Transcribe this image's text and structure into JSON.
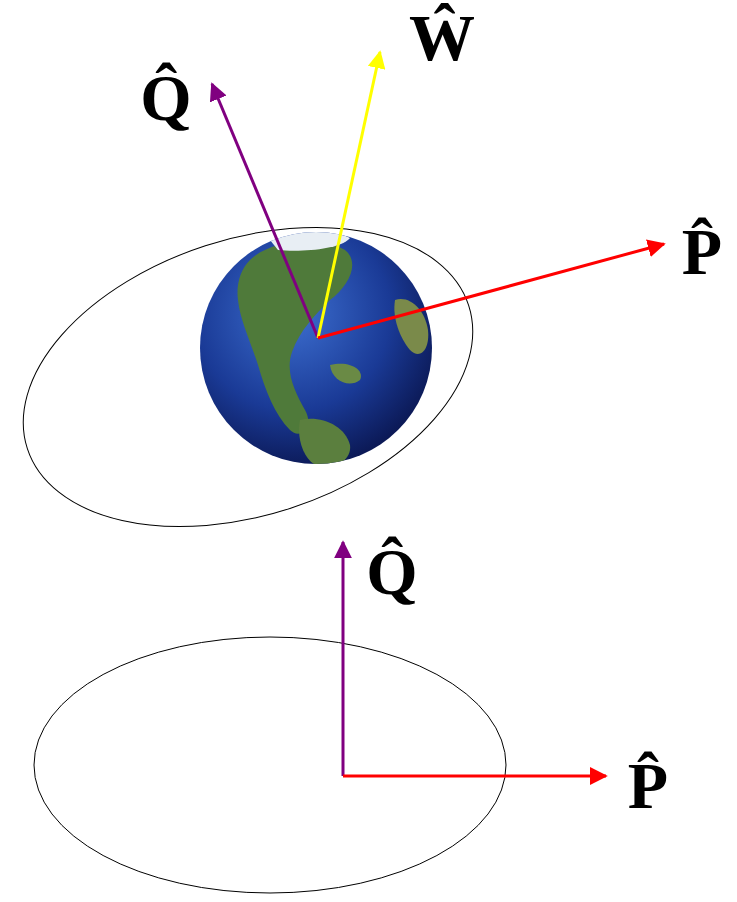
{
  "diagram": {
    "labels": [
      "Q̂",
      "Ŵ",
      "P̂",
      "Q̂",
      "P̂"
    ]
  }
}
